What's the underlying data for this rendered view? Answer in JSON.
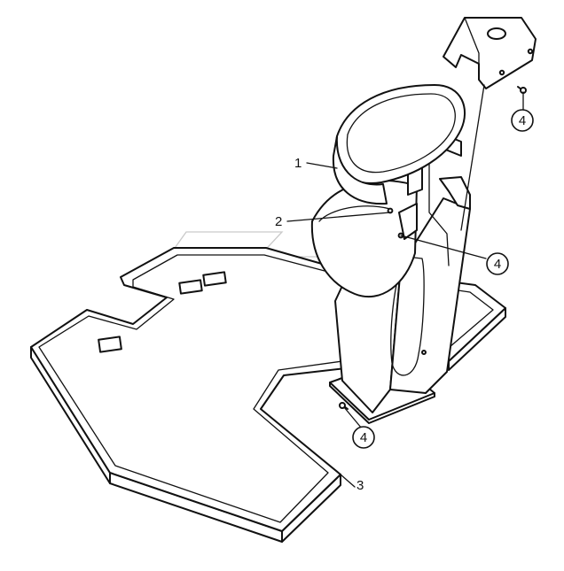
{
  "diagram": {
    "callouts": [
      {
        "id": "c1",
        "label": "1"
      },
      {
        "id": "c2",
        "label": "2"
      },
      {
        "id": "c3",
        "label": "3"
      },
      {
        "id": "c4a",
        "label": "4"
      },
      {
        "id": "c4b",
        "label": "4"
      },
      {
        "id": "c4c",
        "label": "4"
      }
    ]
  }
}
